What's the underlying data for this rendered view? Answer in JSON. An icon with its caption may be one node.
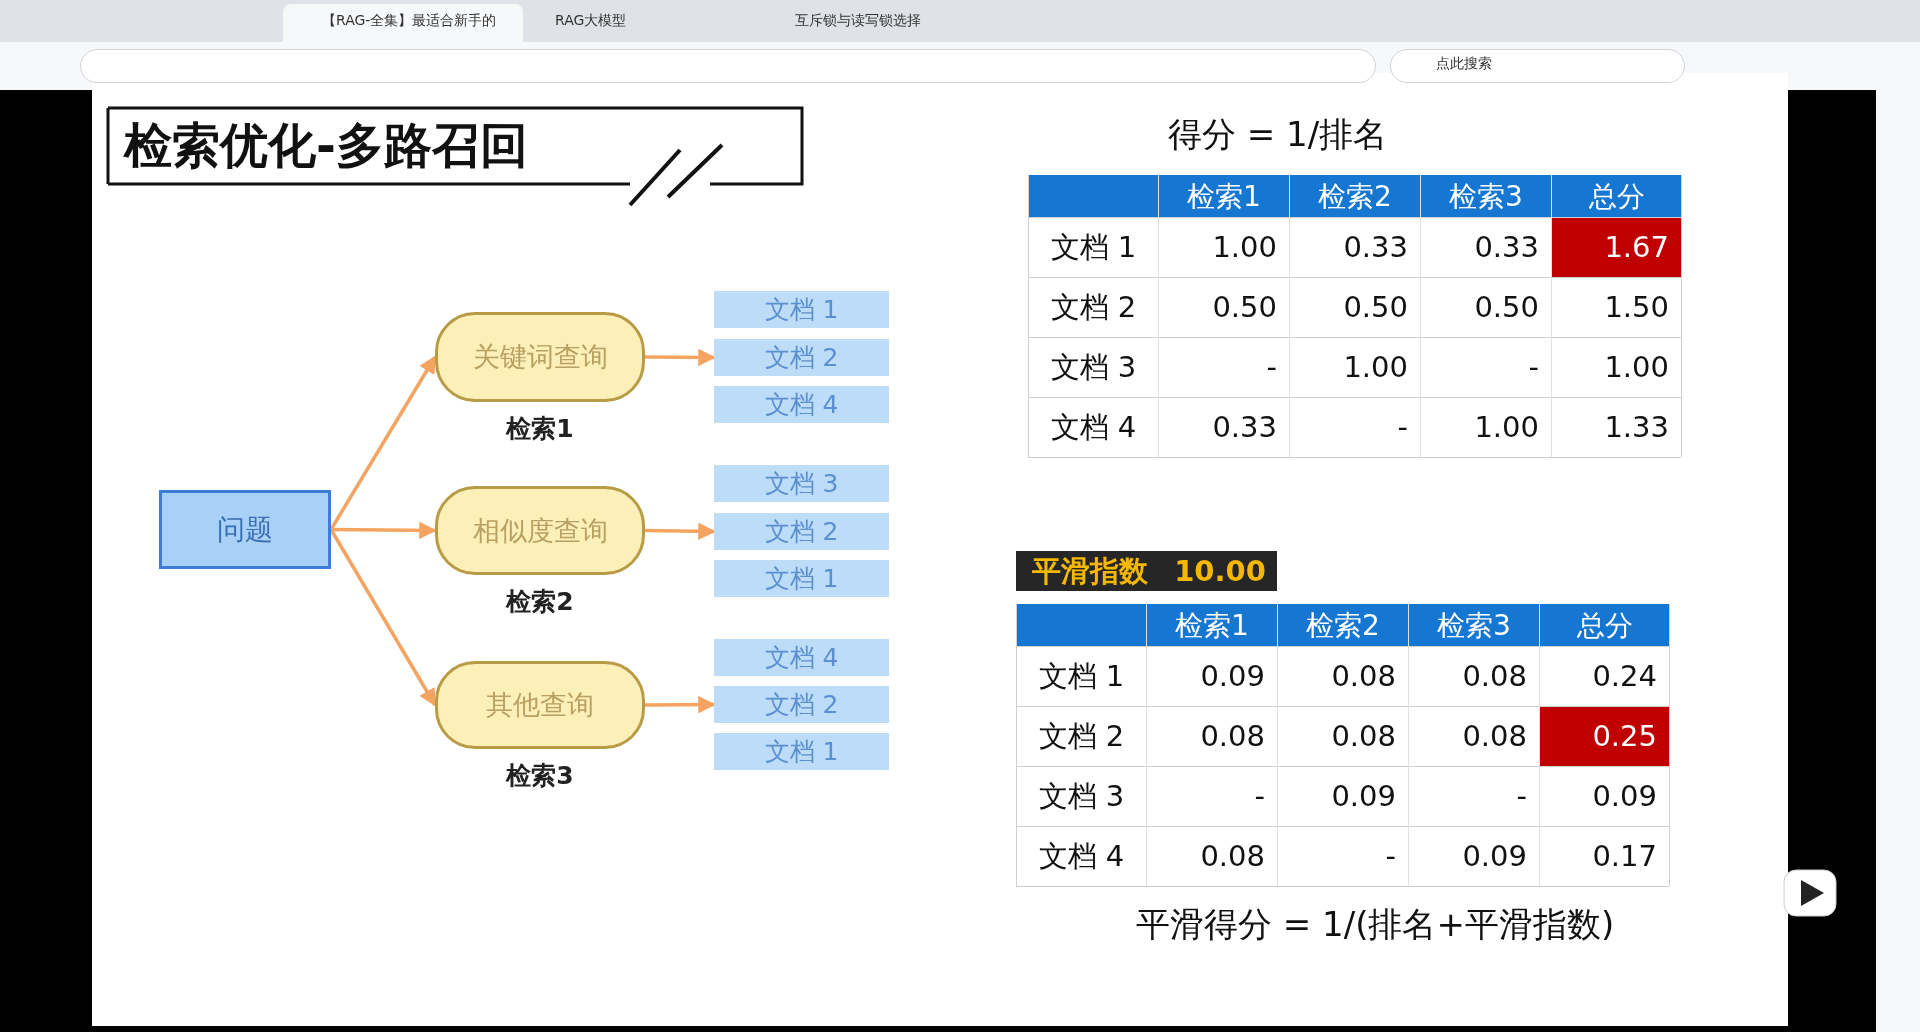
{
  "diagram": {
    "title": "检索优化-多路召回",
    "nodes": [
      {
        "text": [
          "问题"
        ]
      },
      {
        "text": [
          "关键词查询"
        ],
        "beside": [
          "检索1"
        ]
      },
      {
        "text": [
          "相似度查询"
        ],
        "beside": [
          "检索2"
        ]
      },
      {
        "text": [
          "其他查询"
        ],
        "beside": [
          "检索3"
        ]
      },
      {
        "text": [
          "文档 1"
        ]
      },
      {
        "text": [
          "文档 2"
        ]
      },
      {
        "text": [
          "文档 4"
        ]
      },
      {
        "text": [
          "文档 3"
        ]
      },
      {
        "text": [
          "文档 2"
        ]
      },
      {
        "text": [
          "文档 1"
        ]
      },
      {
        "text": [
          "文档 4"
        ]
      },
      {
        "text": [
          "文档 2"
        ]
      },
      {
        "text": [
          "文档 1"
        ]
      }
    ],
    "edges": [
      {
        "from": 0,
        "to": 1,
        "arrow": "to"
      },
      {
        "from": 0,
        "to": 2,
        "arrow": "to"
      },
      {
        "from": 0,
        "to": 3,
        "arrow": "to"
      },
      {
        "from": 1,
        "to": 5,
        "arrow": "to"
      },
      {
        "from": 2,
        "to": 8,
        "arrow": "to"
      },
      {
        "from": 3,
        "to": 11,
        "arrow": "to"
      }
    ],
    "labels": [
      "【RAG-全集】最适合新手的",
      "RAG大模型",
      "互斥锁与读写锁选择",
      "点此搜索",
      "得分 = 1/排名",
      "检索1",
      "检索2",
      "检索3",
      "总分",
      "文档 1",
      "1.00",
      "0.33",
      "0.33",
      "1.67",
      "文档 2",
      "0.50",
      "0.50",
      "0.50",
      "1.50",
      "文档 3",
      "-",
      "1.00",
      "-",
      "1.00",
      "文档 4",
      "0.33",
      "-",
      "1.00",
      "1.33",
      "平滑指数",
      "10.00",
      "检索1",
      "检索2",
      "检索3",
      "总分",
      "文档 1",
      "0.09",
      "0.08",
      "0.08",
      "0.24",
      "文档 2",
      "0.08",
      "0.08",
      "0.08",
      "0.25",
      "文档 3",
      "-",
      "0.09",
      "-",
      "0.09",
      "文档 4",
      "0.08",
      "-",
      "0.09",
      "0.17",
      "平滑得分 = 1/(排名+平滑指数)"
    ]
  }
}
